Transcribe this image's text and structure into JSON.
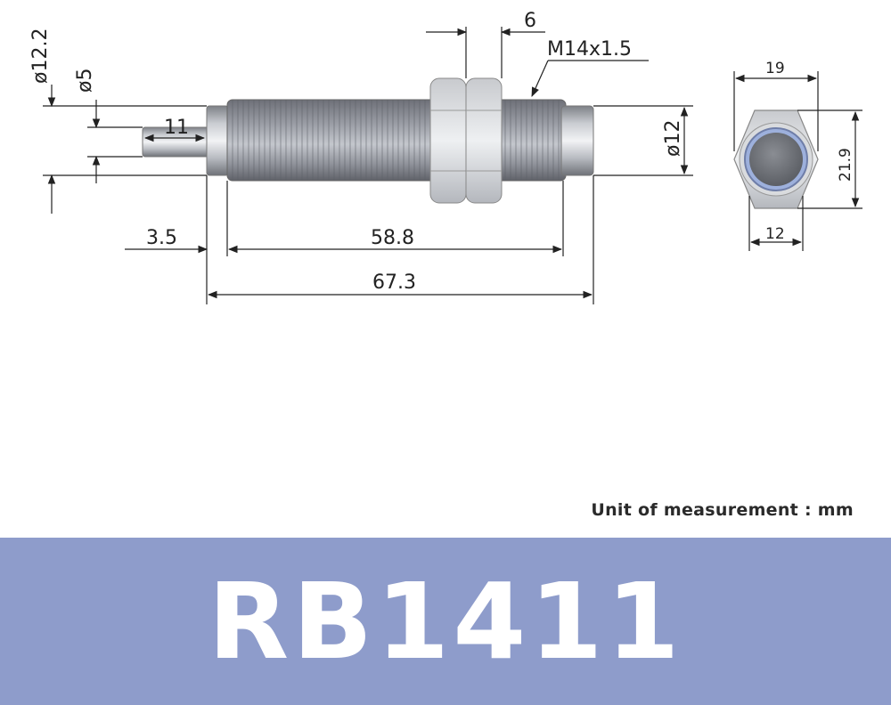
{
  "dimensions": {
    "dia_12_2": "ø12.2",
    "dia_5": "ø5",
    "len_11": "11",
    "nut_6": "6",
    "thread": "M14x1.5",
    "dia_12": "ø12",
    "len_3_5": "3.5",
    "len_58_8": "58.8",
    "len_67_3": "67.3",
    "hex_19": "19",
    "hex_21_9": "21.9",
    "hex_12": "12"
  },
  "unit_note": "Unit of measurement : mm",
  "model": "RB1411",
  "colors": {
    "banner": "#8e9ccb",
    "model_text": "#ffffff"
  }
}
